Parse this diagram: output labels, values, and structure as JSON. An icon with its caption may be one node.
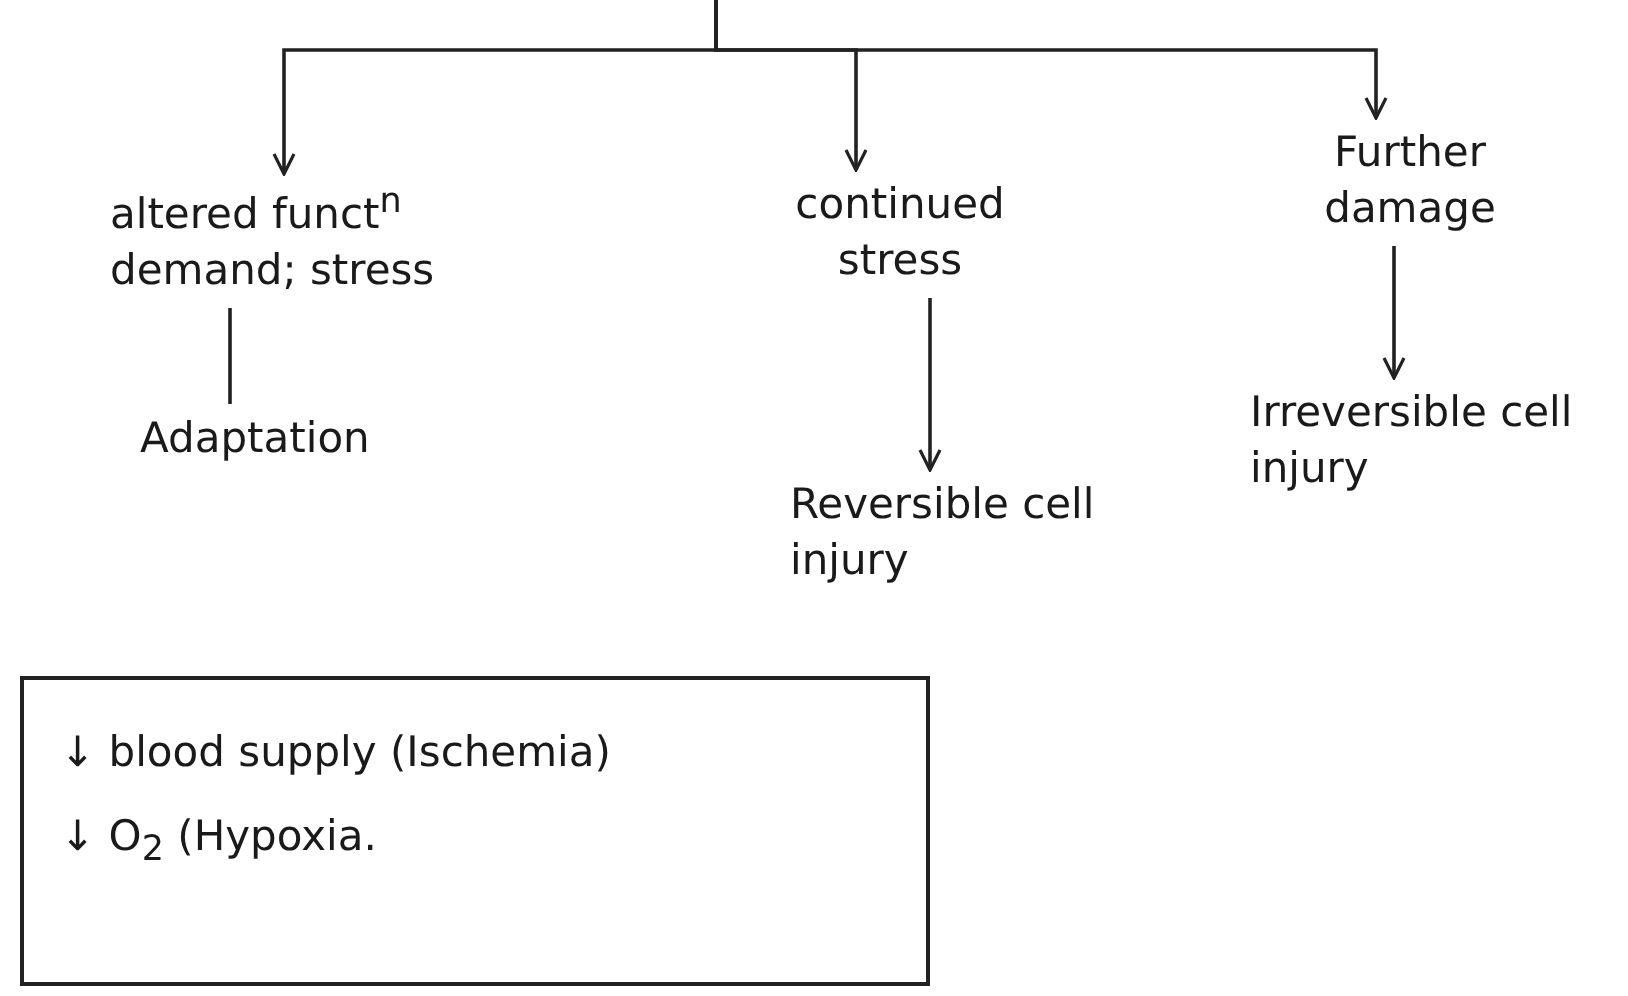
{
  "diagram": {
    "nodes": [
      {
        "text": [
          "altered funct$^{n}$ demand; stress"
        ]
      },
      {
        "text": [
          "continued stress"
        ]
      },
      {
        "text": [
          "Further damage"
        ]
      },
      {
        "text": [
          "Adaptation"
        ]
      },
      {
        "text": [
          "Reversible cell injury"
        ]
      },
      {
        "text": [
          "Irreversible cell injury"
        ]
      },
      {
        "text": [
          "↓ blood supply (Ischemia)",
          "↓ O$_{2}$ (Hypoxia."
        ]
      }
    ],
    "edges": [
      {
        "from": null,
        "to": 0,
        "arrow": "to"
      },
      {
        "from": null,
        "to": 1,
        "arrow": "to"
      },
      {
        "from": null,
        "to": 2,
        "arrow": "to"
      },
      {
        "from": 0,
        "to": 3,
        "arrow": "none"
      },
      {
        "from": 1,
        "to": 4,
        "arrow": "to"
      },
      {
        "from": 2,
        "to": 5,
        "arrow": "to"
      }
    ]
  }
}
